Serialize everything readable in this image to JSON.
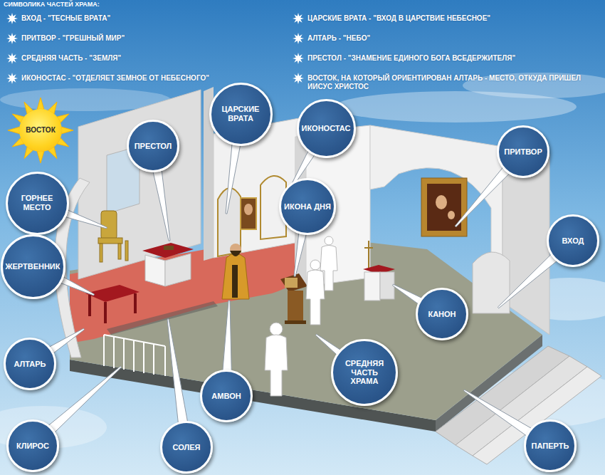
{
  "diagram": {
    "title": "СИМВОЛИКА ЧАСТЕЙ ХРАМА:",
    "nodes": [
      {
        "text": [
          "ВОСТОК"
        ]
      },
      {
        "text": [
          "ПРЕСТОЛ"
        ]
      },
      {
        "text": [
          "ЦАРСКИЕ ВРАТА"
        ]
      },
      {
        "text": [
          "ИКОНОСТАС"
        ]
      },
      {
        "text": [
          "ПРИТВОР"
        ]
      },
      {
        "text": [
          "ГОРНЕЕ МЕСТО"
        ]
      },
      {
        "text": [
          "ИКОНА ДНЯ"
        ]
      },
      {
        "text": [
          "ЖЕРТВЕННИК"
        ]
      },
      {
        "text": [
          "ВХОД"
        ]
      },
      {
        "text": [
          "КАНОН"
        ]
      },
      {
        "text": [
          "АЛТАРЬ"
        ]
      },
      {
        "text": [
          "СРЕДНЯЯ ЧАСТЬ ХРАМА"
        ]
      },
      {
        "text": [
          "АМВОН"
        ]
      },
      {
        "text": [
          "КЛИРОС"
        ]
      },
      {
        "text": [
          "СОЛЕЯ"
        ]
      },
      {
        "text": [
          "ПАПЕРТЬ"
        ]
      }
    ],
    "labels": [
      "ВХОД - \"ТЕСНЫЕ ВРАТА\"",
      "ПРИТВОР - \"ГРЕШНЫЙ МИР\"",
      "СРЕДНЯЯ ЧАСТЬ - \"ЗЕМЛЯ\"",
      "ИКОНОСТАС - \"ОТДЕЛЯЕТ ЗЕМНОЕ ОТ НЕБЕСНОГО\"",
      "ЦАРСКИЕ ВРАТА - \"ВХОД В ЦАРСТВИЕ НЕБЕСНОЕ\"",
      "АЛТАРЬ - \"НЕБО\"",
      "ПРЕСТОЛ - \"ЗНАМЕНИЕ ЕДИНОГО БОГА ВСЕДЕРЖИТЕЛЯ\"",
      "ВОСТОК, НА КОТОРЫЙ ОРИЕНТИРОВАН АЛТАРЬ - МЕСТО, ОТКУДА ПРИШЕЛ ИИСУС ХРИСТОС"
    ]
  }
}
